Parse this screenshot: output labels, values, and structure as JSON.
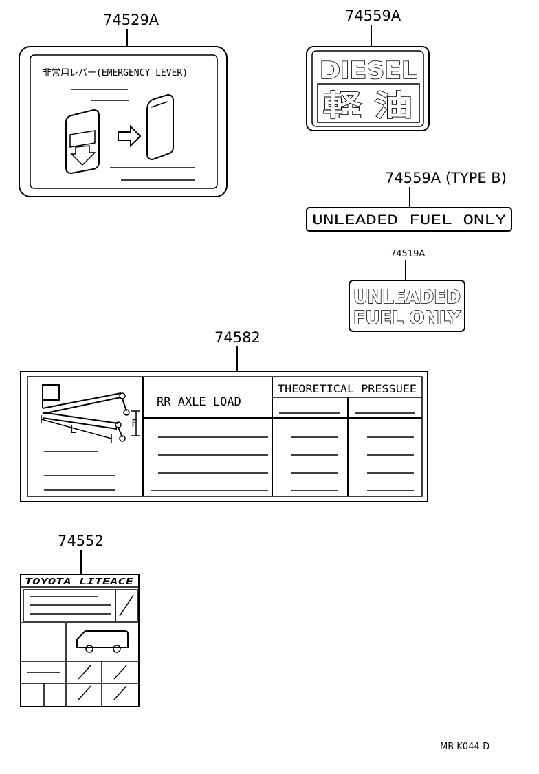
{
  "parts": {
    "p74529A": {
      "number": "74529A",
      "text": "非常用レバー(EMERGENCY LEVER)"
    },
    "p74559A": {
      "number": "74559A",
      "line1": "DIESEL",
      "line2": "軽 油"
    },
    "p74559A_B": {
      "number": "74559A (TYPE  B)",
      "text": "UNLEADED  FUEL  ONLY"
    },
    "p74519A": {
      "number": "74519A",
      "line1": "UNLEADED",
      "line2": "FUEL ONLY"
    },
    "p74582": {
      "number": "74582",
      "axle": "RR  AXLE  LOAD",
      "pressure": "THEORETICAL  PRESSUEE",
      "dim_l": "L",
      "dim_f": "F"
    },
    "p74552": {
      "number": "74552",
      "header": "TOYOTA   LITEACE"
    }
  },
  "footer": {
    "code": "MB   K044-D"
  }
}
